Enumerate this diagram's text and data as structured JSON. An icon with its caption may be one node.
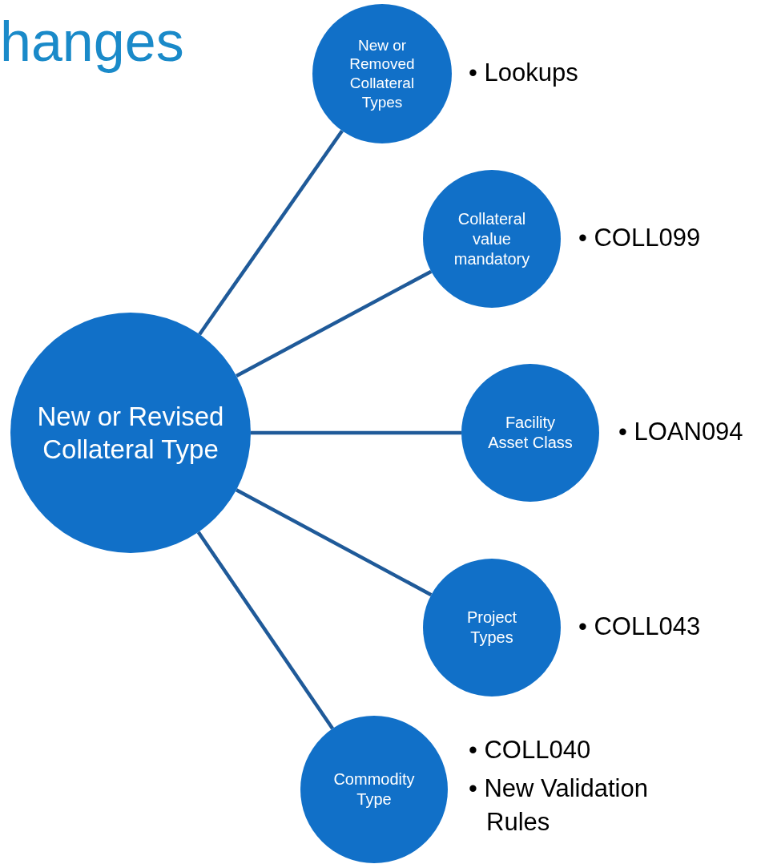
{
  "diagram": {
    "title": "hanges",
    "nodes": [
      {
        "text": [
          "New or Revised Collateral Type"
        ]
      },
      {
        "text": [
          "New or Removed Collateral Types"
        ],
        "beside": [
          "• Lookups"
        ]
      },
      {
        "text": [
          "Collateral value mandatory"
        ],
        "beside": [
          "• COLL099"
        ]
      },
      {
        "text": [
          "Facility Asset Class"
        ],
        "beside": [
          "• LOAN094"
        ]
      },
      {
        "text": [
          "Project Types"
        ],
        "beside": [
          "• COLL043"
        ]
      },
      {
        "text": [
          "Commodity Type"
        ],
        "beside": [
          "• COLL040",
          "• New Validation Rules"
        ]
      }
    ],
    "edges": [
      {
        "from": 0,
        "to": 1,
        "arrow": "none"
      },
      {
        "from": 0,
        "to": 2,
        "arrow": "none"
      },
      {
        "from": 0,
        "to": 3,
        "arrow": "none"
      },
      {
        "from": 0,
        "to": 4,
        "arrow": "none"
      },
      {
        "from": 0,
        "to": 5,
        "arrow": "none"
      }
    ]
  }
}
